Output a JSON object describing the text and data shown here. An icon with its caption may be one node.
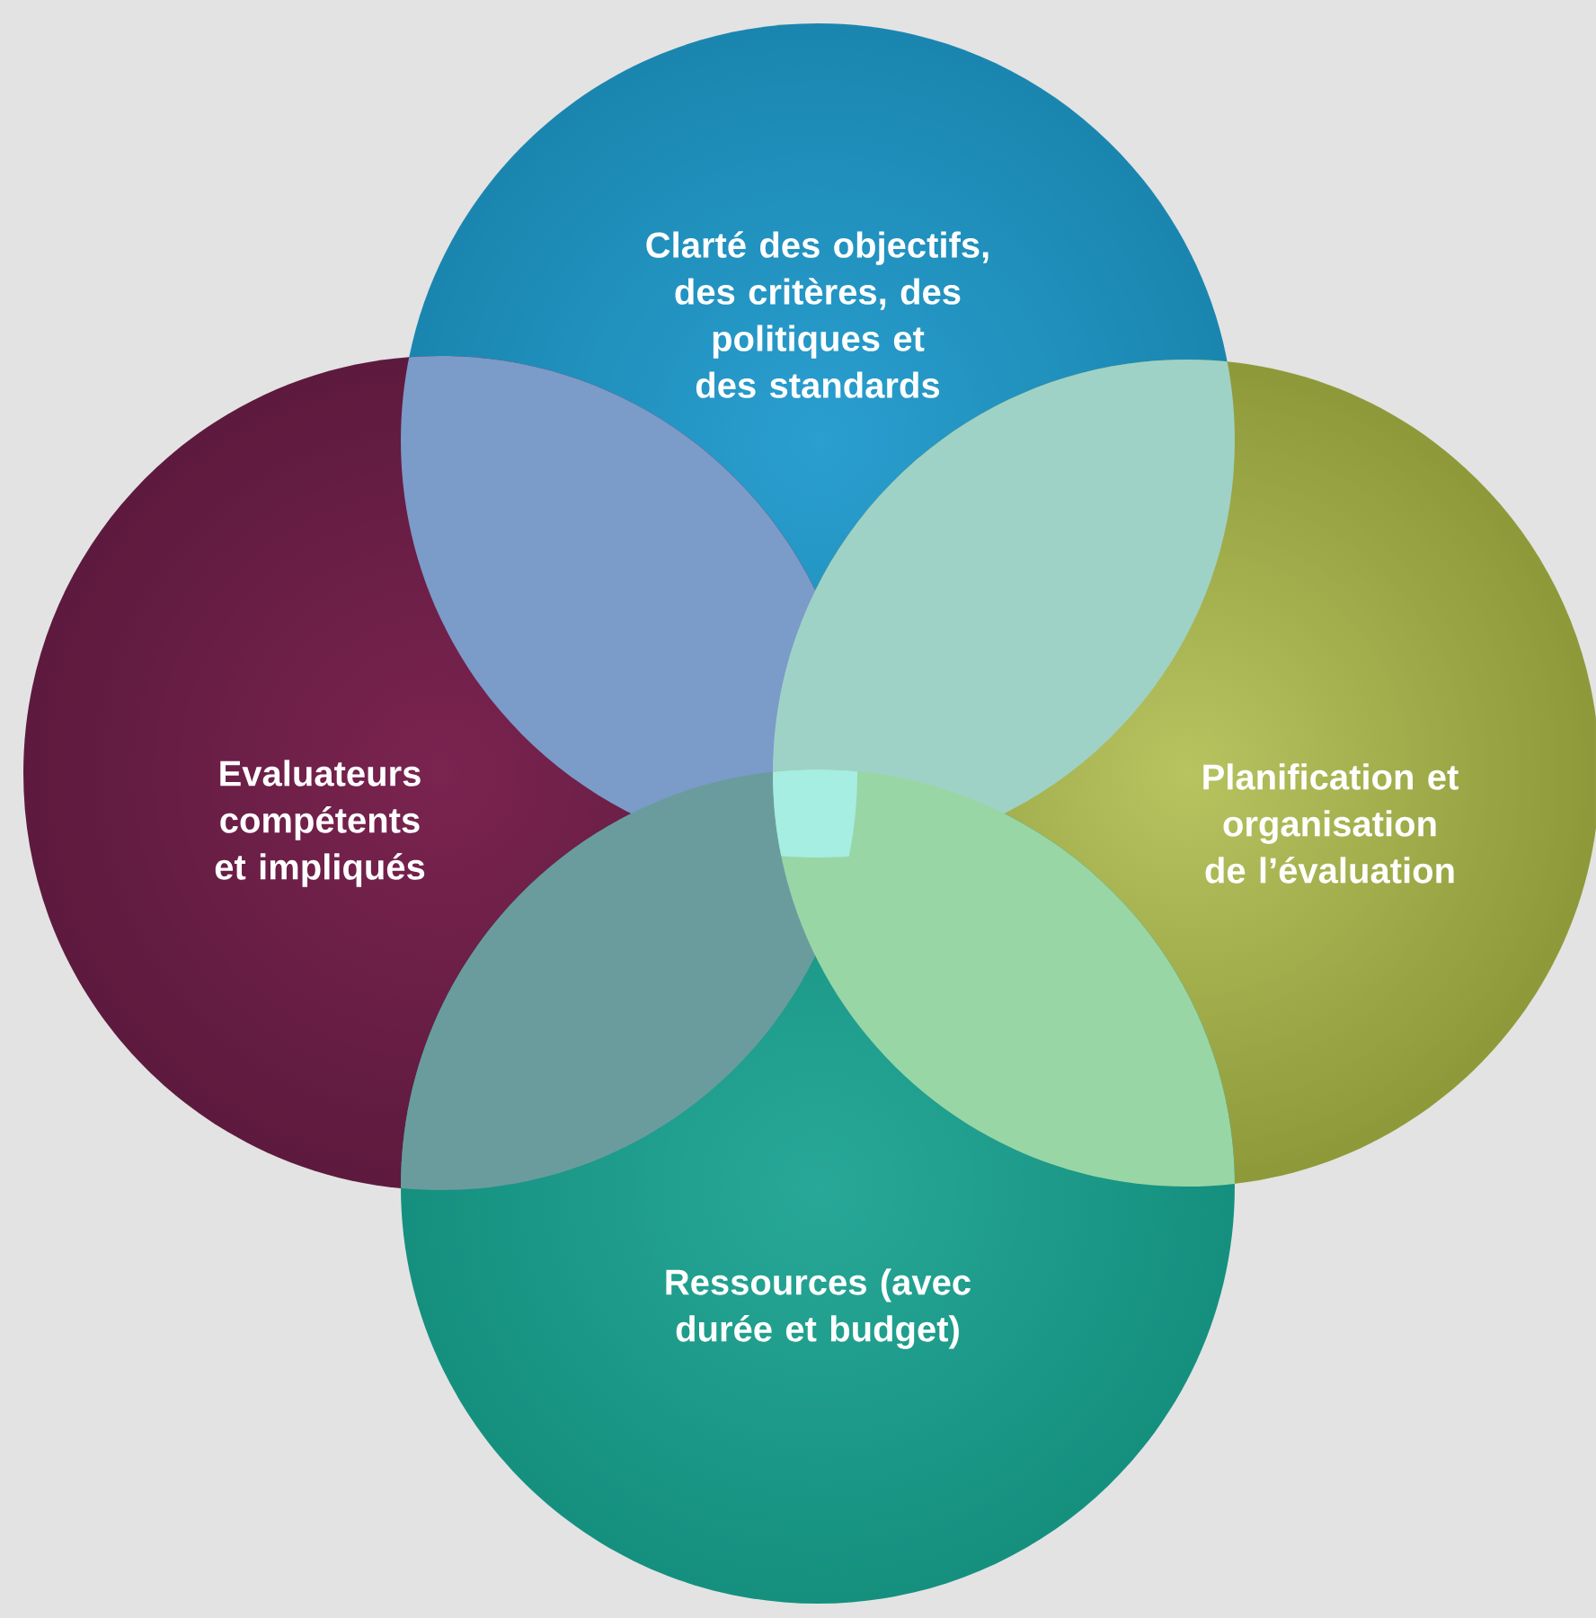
{
  "diagram": {
    "nodes": [
      {
        "text": [
          "Clarté des objectifs, des critères, des politiques et des standards"
        ]
      },
      {
        "text": [
          "Evaluateurs compétents et impliqués"
        ]
      },
      {
        "text": [
          "Planification et organisation de l’évaluation"
        ]
      },
      {
        "text": [
          "Ressources (avec durée et budget)"
        ]
      }
    ]
  }
}
